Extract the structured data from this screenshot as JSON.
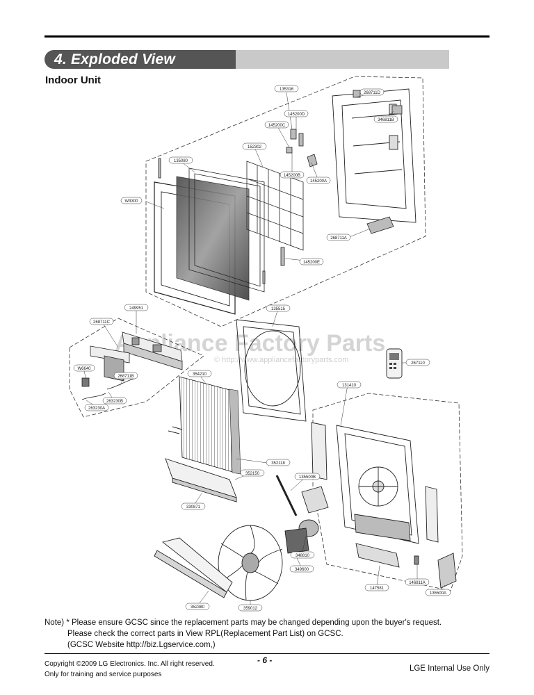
{
  "header": {
    "section_title": "4. Exploded View",
    "subheading": "Indoor Unit"
  },
  "diagram": {
    "watermark": "Appliance Factory Parts",
    "watermark_url": "© http://www.appliancefactoryparts.com",
    "callouts": [
      "135316",
      "268711D",
      "346811B",
      "145200D",
      "145200C",
      "152302",
      "135080",
      "145200B",
      "145200A",
      "W3300",
      "268711A",
      "145200E",
      "249951",
      "135515",
      "268711C",
      "W6640",
      "268711B",
      "263230B",
      "263230A",
      "267110",
      "354210",
      "131410",
      "352118",
      "352150",
      "135500B",
      "330871",
      "348810",
      "349600",
      "352380",
      "359012",
      "147581",
      "146811A",
      "135500A"
    ]
  },
  "note": {
    "line1": "Note) * Please ensure GCSC since the replacement parts may be changed depending upon the buyer's request.",
    "line2": "Please check  the correct parts in View RPL(Replacement Part List) on GCSC.",
    "line3": "(GCSC Website  http://biz.Lgservice.com,)"
  },
  "footer": {
    "copyright_line1": "Copyright ©2009 LG Electronics. Inc. All right reserved.",
    "copyright_line2": "Only for training and service purposes",
    "page_number": "- 6 -",
    "internal_use": "LGE Internal Use Only"
  }
}
